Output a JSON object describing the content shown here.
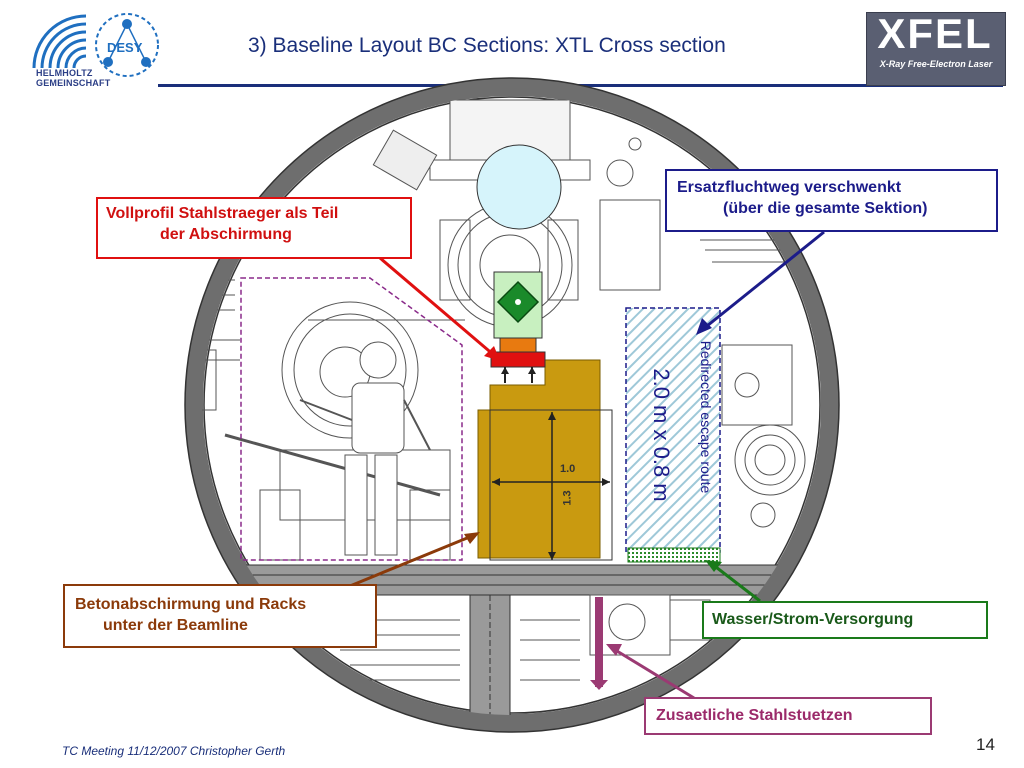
{
  "header": {
    "title": "3) Baseline Layout BC Sections: XTL Cross section"
  },
  "logos": {
    "helmholtz_line1": "HELMHOLTZ",
    "helmholtz_line2": "GEMEINSCHAFT",
    "desy": "DESY",
    "xfel_word": "XFEL",
    "xfel_sub": "X-Ray Free-Electron Laser"
  },
  "callouts": {
    "steel_beam": {
      "line1": "Vollprofil Stahlstraeger als Teil",
      "line2": "der Abschirmung",
      "color": "#e01010"
    },
    "escape_route": {
      "line1": "Ersatzfluchtweg verschwenkt",
      "line2": "(über die gesamte Sektion)",
      "color": "#1c1c8a"
    },
    "concrete": {
      "line1": "Betonabschirmung und Racks",
      "line2": "unter der Beamline",
      "color": "#8b3a0a"
    },
    "water_power": {
      "line1": "Wasser/Strom-Versorgung",
      "color": "#1a7a1a"
    },
    "steel_supports": {
      "line1": "Zusaetliche Stahlstuetzen",
      "color": "#9b3a73"
    }
  },
  "diagram": {
    "escape_label": "Redirected escape route",
    "escape_size": "2.0 m x 0.8 m",
    "dim_width": "1.0",
    "dim_height": "1.3",
    "concrete_color": "#c99a10",
    "escape_hatch_color": "#9ec8d8"
  },
  "footer": {
    "note": "TC Meeting 11/12/2007 Christopher Gerth",
    "page": "14"
  }
}
